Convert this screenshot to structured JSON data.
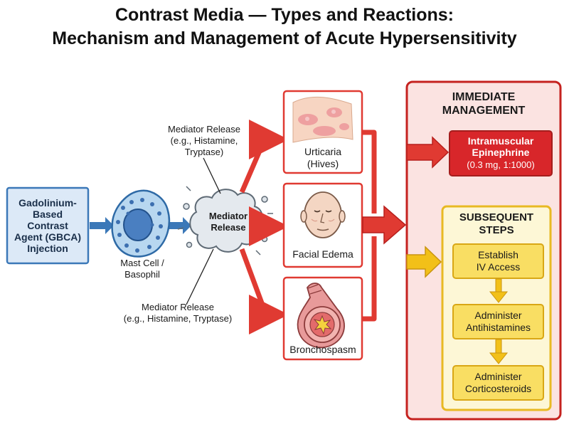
{
  "title_line1": "Contrast Media — Types and Reactions:",
  "title_line2": "Mechanism and Management of Acute Hypersensitivity",
  "gbca": "Gadolinium-\nBased\nContrast\nAgent (GBCA)\nInjection",
  "mast_cell": "Mast Cell /\nBasophil",
  "mediator_center": "Mediator\nRelease",
  "mediator_top": "Mediator Release\n(e.g., Histamine,\nTryptase)",
  "mediator_bottom": "Mediator Release\n(e.g., Histamine, Tryptase)",
  "reactions": {
    "urticaria": "Urticaria\n(Hives)",
    "facial_edema": "Facial Edema",
    "bronchospasm": "Bronchospasm"
  },
  "immediate": {
    "heading": "IMMEDIATE\nMANAGEMENT",
    "drug": "Intramuscular\nEpinephrine",
    "dose": "(0.3 mg, 1:1000)"
  },
  "subsequent": {
    "heading": "SUBSEQUENT\nSTEPS",
    "steps": [
      "Establish\nIV Access",
      "Administer\nAntihistamines",
      "Administer\nCorticosteroids"
    ]
  },
  "colors": {
    "blue_box_fill": "#dce9f7",
    "blue_stroke": "#3b78b8",
    "red": "#e03a32",
    "red_dark": "#c5221f",
    "red_panel_fill": "#fbe3e1",
    "yellow_panel_fill": "#fdf7d6",
    "yellow_stroke": "#e8b923",
    "yellow_step_fill": "#f9de63",
    "epi_fill": "#d8262a"
  }
}
